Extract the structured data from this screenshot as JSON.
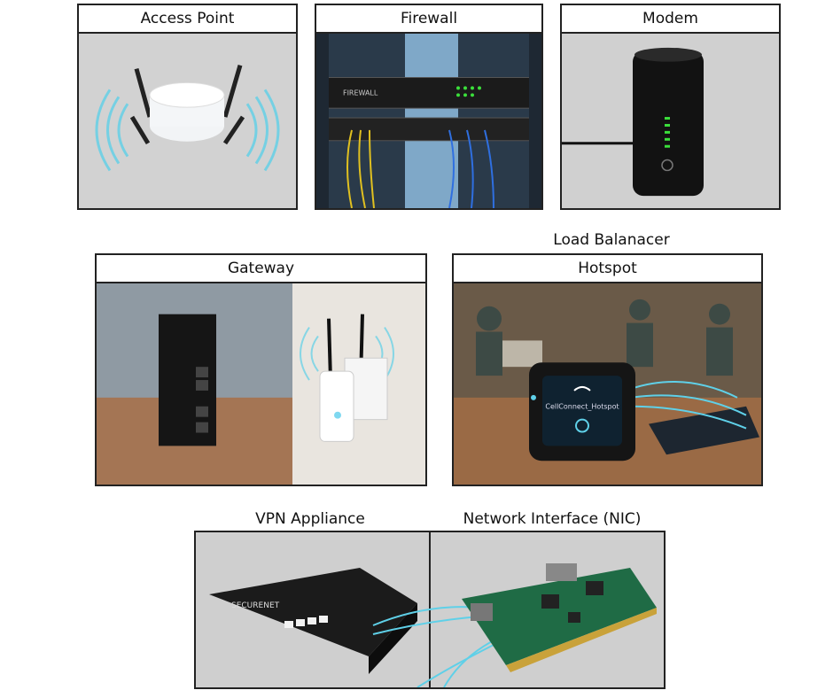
{
  "panels": {
    "access_point": {
      "title": "Access Point"
    },
    "firewall": {
      "title": "Firewall"
    },
    "modem": {
      "title": "Modem"
    },
    "gateway": {
      "title": "Gateway"
    },
    "hotspot": {
      "title": "Hotspot",
      "screen_text": "CellConnect_Hotspot"
    },
    "vpn_appliance": {
      "title": "VPN Appliance",
      "device_text": "SECURENET"
    },
    "nic": {
      "title": "Network Interface (NIC)"
    }
  },
  "floating": {
    "load_balancer": "Load Balanacer"
  },
  "firewall_device_text": "FIREWALL",
  "colors": {
    "border": "#222222",
    "wifi": "#5fd0e8",
    "led_green": "#3be03b"
  }
}
